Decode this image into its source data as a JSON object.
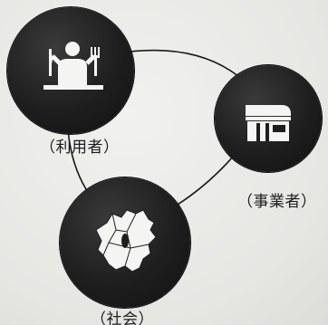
{
  "diagram": {
    "nodes": [
      {
        "id": "users",
        "label": "（利用者）",
        "icon": "diner-icon"
      },
      {
        "id": "business",
        "label": "（事業者）",
        "icon": "shop-icon"
      },
      {
        "id": "society",
        "label": "（社会）",
        "icon": "map-icon"
      }
    ],
    "connections": [
      {
        "from": "users",
        "to": "business"
      },
      {
        "from": "business",
        "to": "society"
      },
      {
        "from": "society",
        "to": "users"
      }
    ],
    "colors": {
      "background": "#e9e9e7",
      "node_fill": "#1e1e1e",
      "line": "#1a1a1a",
      "icon": "#f4f4f2"
    }
  }
}
